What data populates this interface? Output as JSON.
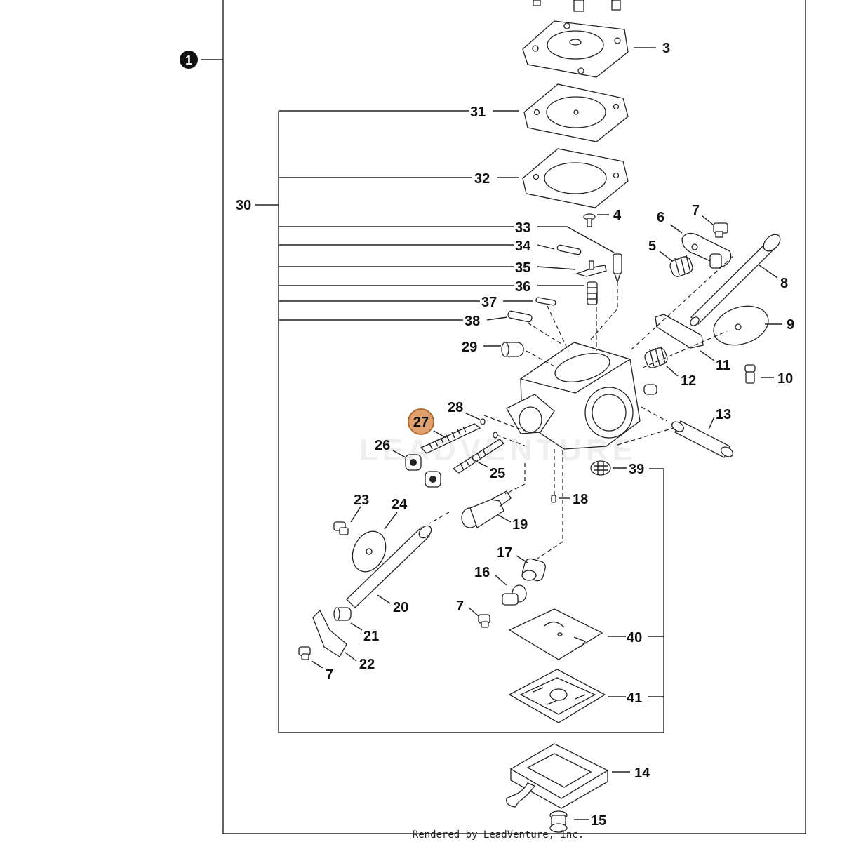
{
  "assembly_label": "1",
  "highlighted_label": "27",
  "footer": "Rendered by LeadVenture, Inc.",
  "watermark": "LEADVENTURE",
  "callouts": {
    "c3": "3",
    "c31": "31",
    "c32": "32",
    "c30": "30",
    "c4": "4",
    "c7a": "7",
    "c6": "6",
    "c33": "33",
    "c34": "34",
    "c5": "5",
    "c35": "35",
    "c8": "8",
    "c36": "36",
    "c37": "37",
    "c38": "38",
    "c9": "9",
    "c29": "29",
    "c11": "11",
    "c12": "12",
    "c10": "10",
    "c13": "13",
    "c28": "28",
    "c26": "26",
    "c25": "25",
    "c39": "39",
    "c23": "23",
    "c24": "24",
    "c18": "18",
    "c19": "19",
    "c17": "17",
    "c16": "16",
    "c20": "20",
    "c7b": "7",
    "c21": "21",
    "c40": "40",
    "c22": "22",
    "c7c": "7",
    "c41": "41",
    "c14": "14",
    "c15": "15"
  },
  "colors": {
    "highlight_fill": "#e0a070",
    "highlight_stroke": "#b06a30",
    "ink": "#222222"
  }
}
